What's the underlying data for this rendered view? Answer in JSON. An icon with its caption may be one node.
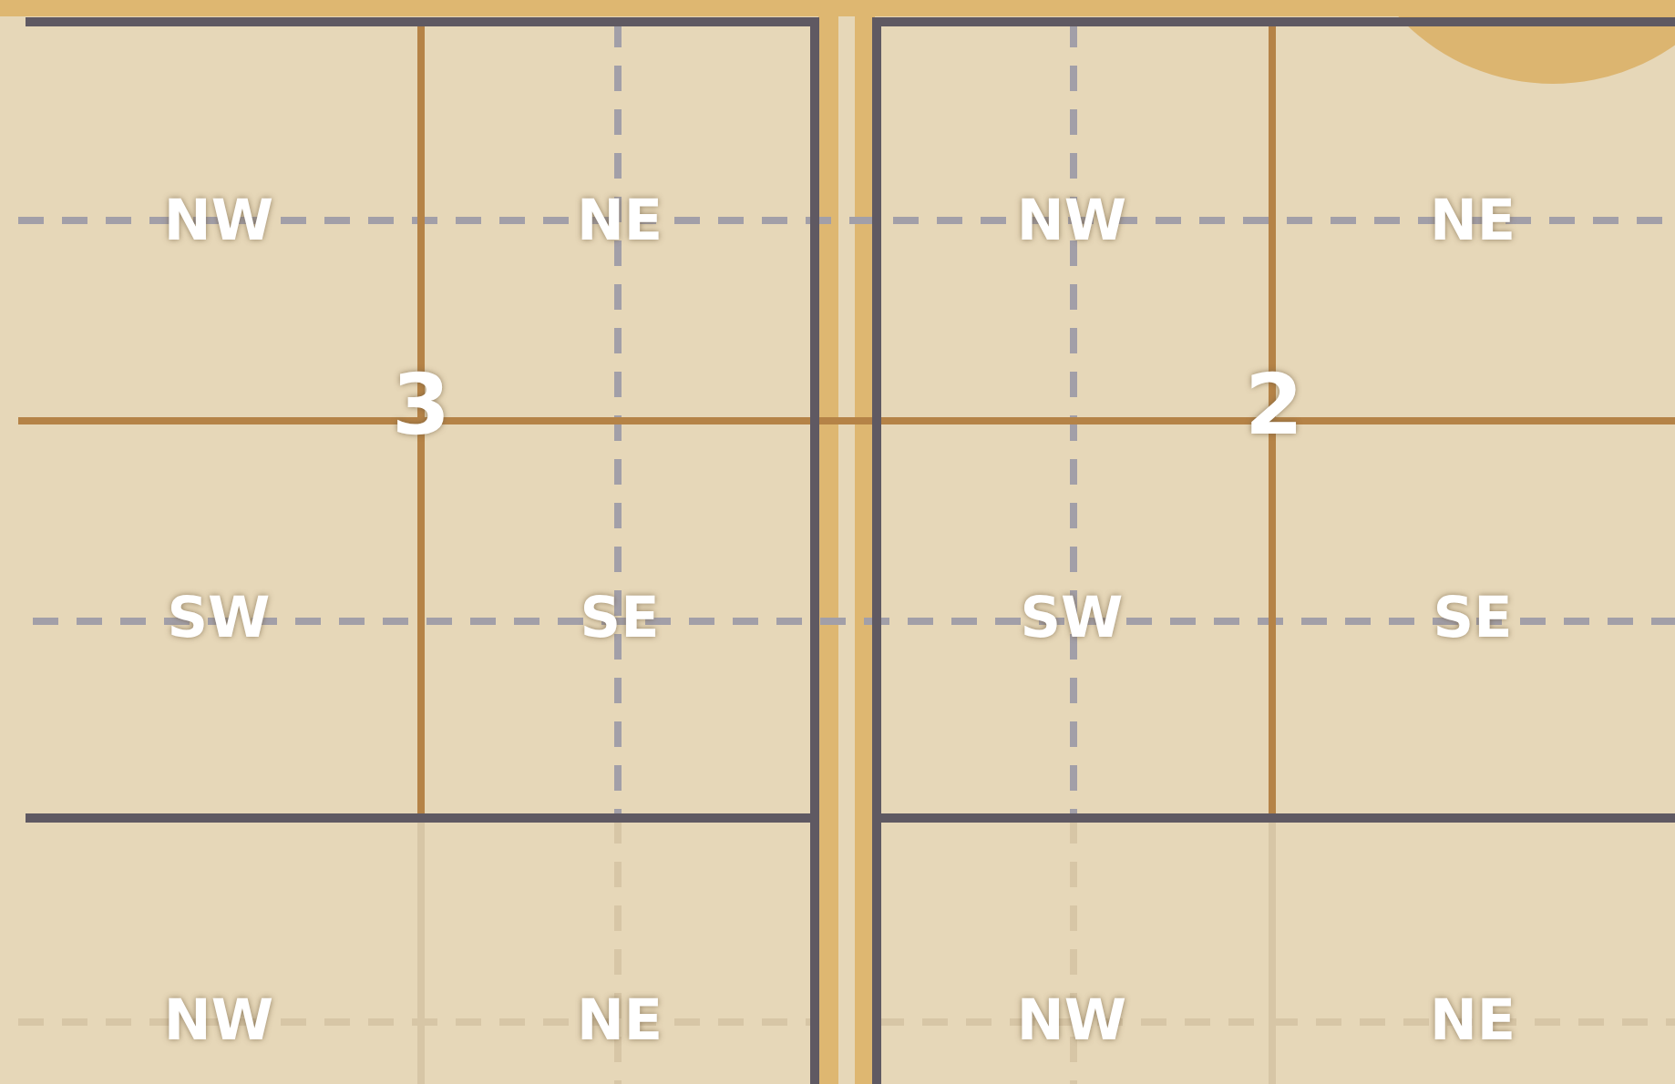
{
  "diagram": {
    "labels": [
      "NW",
      "NE",
      "NW",
      "NE",
      "3",
      "2",
      "SW",
      "SE",
      "SW",
      "SE",
      "NW",
      "NE",
      "NW",
      "NE"
    ]
  }
}
